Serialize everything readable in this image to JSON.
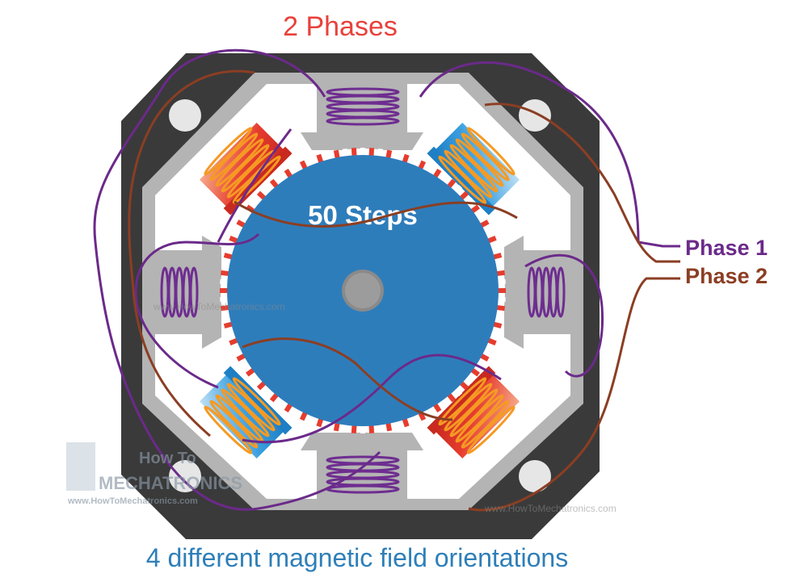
{
  "title": "2 Phases",
  "center_label": "50 Steps",
  "phase_labels": [
    "Phase 1",
    "Phase 2"
  ],
  "caption": "4 different magnetic field orientations",
  "logo": {
    "line1": "How To",
    "line2": "MECHATRONICS",
    "url": "www.HowToMechatronics.com"
  },
  "watermarks": [
    "www.HowToMechatronics.com",
    "www.HowToMechatronics.com"
  ],
  "colors": {
    "title": "#e8413b",
    "caption": "#2e7fb8",
    "phase1": "#6b2a8a",
    "phase2": "#8b3e23",
    "housing": "#3a3a3a",
    "stator": "#b4b4b4",
    "rotor": "#2e7dbb",
    "pole_red": "#e63c2e",
    "pole_blue": "#3aa0e0",
    "coil_orange": "#f59a23",
    "coil_purple": "#6e2d90",
    "white": "#ffffff"
  },
  "icons": [
    "mounting-hole-icon",
    "shaft-icon",
    "howtomechatronics-logo"
  ]
}
